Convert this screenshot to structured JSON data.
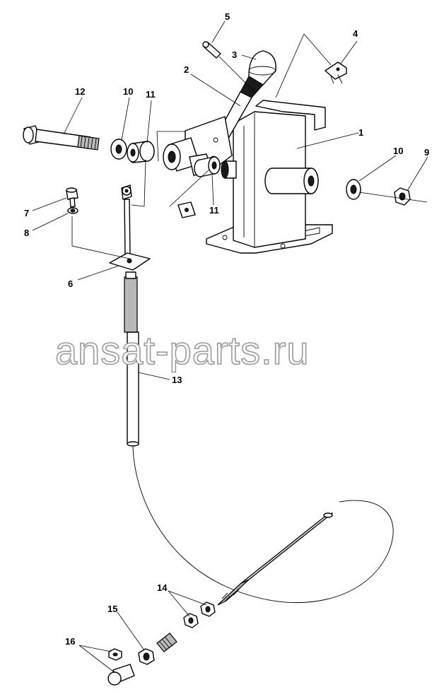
{
  "watermark": "ansat-parts.ru",
  "callouts": [
    {
      "id": "c1",
      "text": "1"
    },
    {
      "id": "c2",
      "text": "2"
    },
    {
      "id": "c3",
      "text": "3"
    },
    {
      "id": "c4",
      "text": "4"
    },
    {
      "id": "c5",
      "text": "5"
    },
    {
      "id": "c6",
      "text": "6"
    },
    {
      "id": "c7",
      "text": "7"
    },
    {
      "id": "c8",
      "text": "8"
    },
    {
      "id": "c9",
      "text": "9"
    },
    {
      "id": "c10a",
      "text": "10"
    },
    {
      "id": "c10b",
      "text": "10"
    },
    {
      "id": "c11a",
      "text": "11"
    },
    {
      "id": "c11b",
      "text": "11"
    },
    {
      "id": "c12",
      "text": "12"
    },
    {
      "id": "c13",
      "text": "13"
    },
    {
      "id": "c14",
      "text": "14"
    },
    {
      "id": "c15",
      "text": "15"
    },
    {
      "id": "c16",
      "text": "16"
    }
  ]
}
